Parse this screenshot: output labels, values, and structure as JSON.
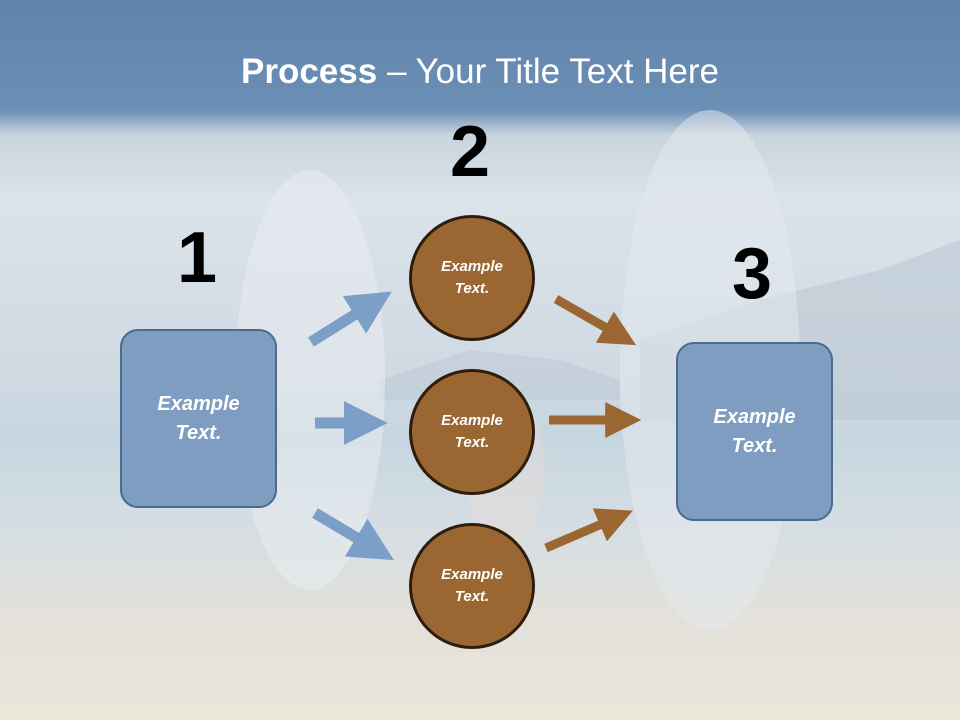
{
  "title": {
    "bold": "Process",
    "rest": " – Your Title Text Here"
  },
  "steps": {
    "n1": "1",
    "n2": "2",
    "n3": "3"
  },
  "boxes": {
    "left": "Example Text.",
    "right": "Example Text."
  },
  "circles": [
    "Example Text.",
    "Example Text.",
    "Example Text."
  ],
  "colors": {
    "box": "#7f9dc0",
    "circle": "#9a6733",
    "blue_arrow": "#7b9fc6",
    "brown_arrow": "#9a6733"
  }
}
